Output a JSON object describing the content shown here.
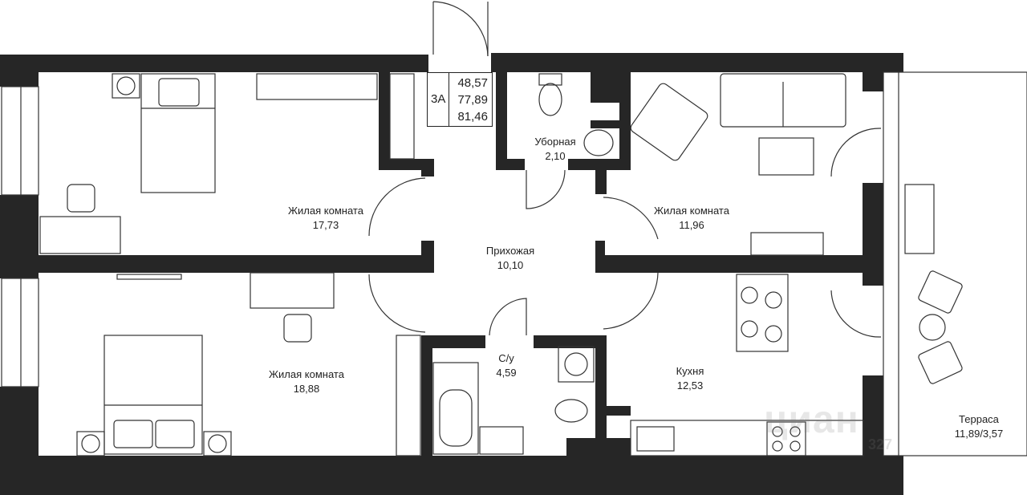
{
  "apartment": {
    "rooms": "3А",
    "areas": [
      "48,57",
      "77,89",
      "81,46"
    ]
  },
  "rooms": {
    "living_room_1": {
      "name": "Жилая комната",
      "area": "17,73"
    },
    "living_room_2": {
      "name": "Жилая комната",
      "area": "18,88"
    },
    "living_room_3": {
      "name": "Жилая комната",
      "area": "11,96"
    },
    "hallway": {
      "name": "Прихожая",
      "area": "10,10"
    },
    "toilet": {
      "name": "Уборная",
      "area": "2,10"
    },
    "bathroom": {
      "name": "С/у",
      "area": "4,59"
    },
    "kitchen": {
      "name": "Кухня",
      "area": "12,53"
    },
    "terrace": {
      "name": "Терраса",
      "area": "11,89/3,57"
    }
  },
  "watermark": {
    "text": "циан",
    "id": "327"
  },
  "colors": {
    "wall": "#262626",
    "line": "#333333",
    "background": "#ffffff"
  }
}
